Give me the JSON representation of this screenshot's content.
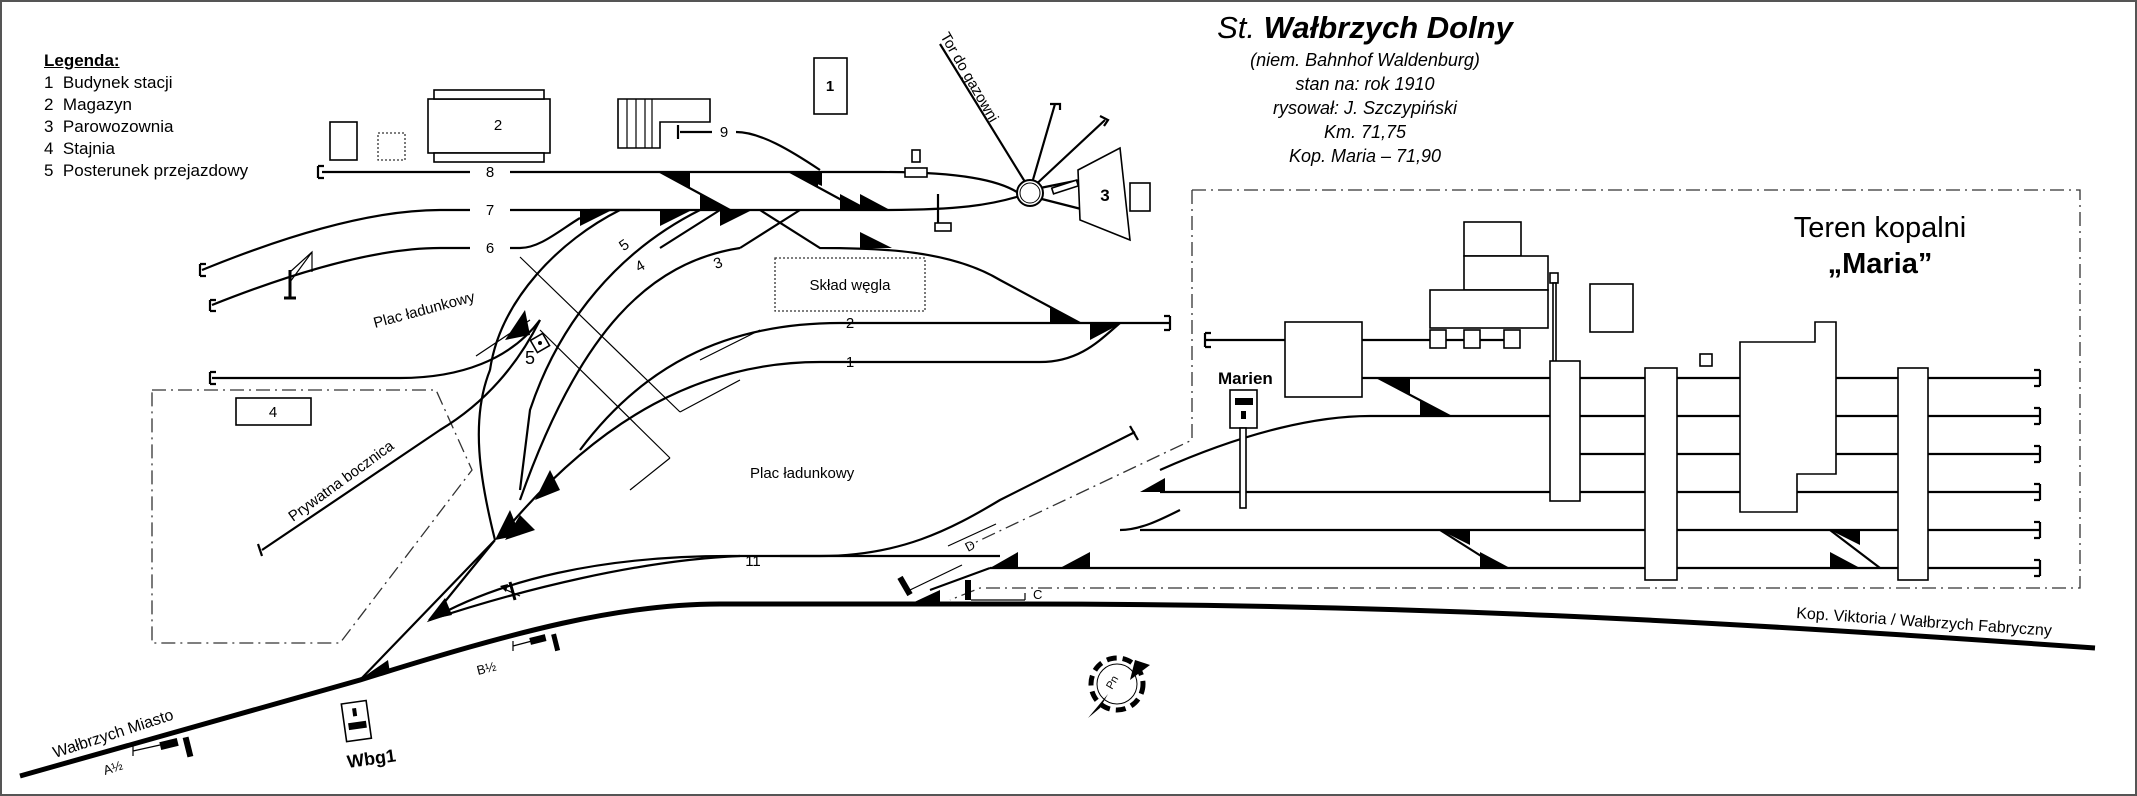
{
  "header": {
    "prefix": "St.",
    "station_name": "Wałbrzych Dolny",
    "german_name": "(niem. Bahnhof Waldenburg)",
    "state_as_of": "stan na: rok 1910",
    "drawn_by": "rysował: J. Szczypiński",
    "km": "Km. 71,75",
    "mine_km": "Kop. Maria – 71,90"
  },
  "legend": {
    "title": "Legenda:",
    "items": [
      {
        "num": "1",
        "label": "Budynek stacji"
      },
      {
        "num": "2",
        "label": "Magazyn"
      },
      {
        "num": "3",
        "label": "Parowozownia"
      },
      {
        "num": "4",
        "label": "Stajnia"
      },
      {
        "num": "5",
        "label": "Posterunek przejazdowy"
      }
    ]
  },
  "buildings": {
    "station_building": "1",
    "warehouse": "2",
    "engine_shed": "3",
    "stable": "4",
    "crossing_post": "5",
    "coal_yard": "Skład węgla"
  },
  "tracks": [
    "1",
    "2",
    "3",
    "4",
    "5",
    "6",
    "7",
    "8",
    "9",
    "11"
  ],
  "labels": {
    "gas_track": "Tor do gazowni",
    "loading_yard_1": "Plac ładunkowy",
    "loading_yard_2": "Plac ładunkowy",
    "private_siding": "Prywatna bocznica",
    "mine_area_line1": "Teren kopalni",
    "mine_area_line2": "„Maria”",
    "direction_west": "Wałbrzych Miasto",
    "direction_east": "Kop. Viktoria / Wałbrzych Fabryczny",
    "signal_a": "A½",
    "signal_b": "B½",
    "signal_c": "C",
    "signal_d": "D",
    "signal_box_wbg1": "Wbg1",
    "signal_box_marien": "Marien",
    "compass": "Pn"
  }
}
